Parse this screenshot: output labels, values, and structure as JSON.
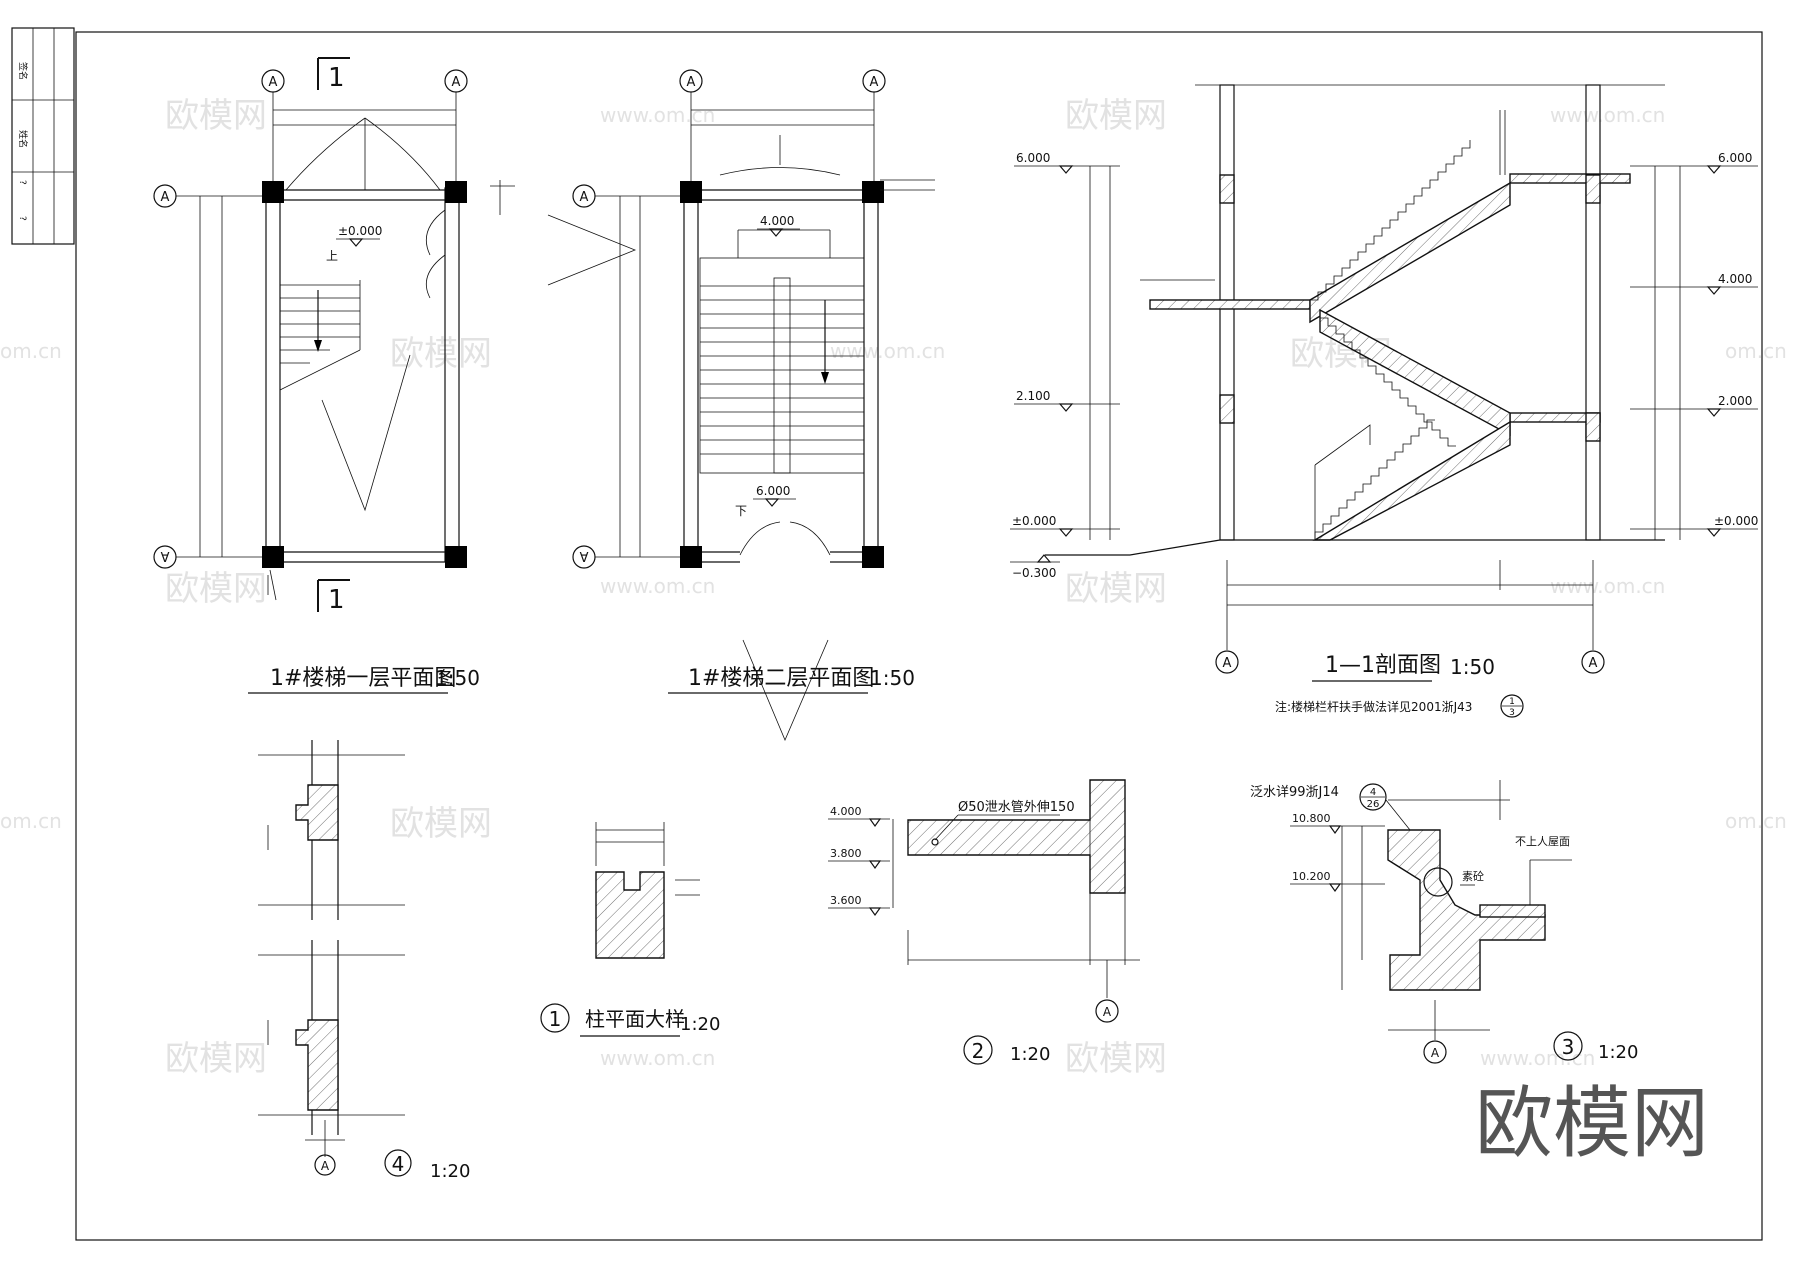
{
  "title_block": {
    "cells": [
      "签名",
      "姓名",
      "?",
      "?"
    ]
  },
  "grid_axis": "A",
  "plan1": {
    "title": "1#楼梯一层平面图",
    "scale": "1:50",
    "elevation": "±0.000",
    "up_label": "上",
    "section_mark": "1"
  },
  "plan2": {
    "title": "1#楼梯二层平面图",
    "scale": "1:50",
    "elevation_top": "4.000",
    "elevation_bottom": "6.000",
    "down_label": "下"
  },
  "section": {
    "title": "1—1剖面图",
    "scale": "1:50",
    "note": "注:楼梯栏杆扶手做法详见2001浙J43",
    "note_ref_num": "1",
    "note_ref_den": "3",
    "left_levels": [
      "6.000",
      "2.100",
      "±0.000",
      "−0.300"
    ],
    "right_levels": [
      "6.000",
      "4.000",
      "2.000",
      "±0.000"
    ]
  },
  "detail1": {
    "num": "1",
    "title": "柱平面大样",
    "scale": "1:20"
  },
  "detail2": {
    "num": "2",
    "scale": "1:20",
    "pipe_note": "Ø50泄水管外伸150",
    "levels": [
      "4.000",
      "3.800",
      "3.600"
    ]
  },
  "detail3": {
    "num": "3",
    "scale": "1:20",
    "ref_note": "泛水详99浙J14",
    "ref_num": "4",
    "ref_den": "26",
    "roof_note": "不上人屋面",
    "concrete_note": "素砼",
    "levels": [
      "10.800",
      "10.200"
    ]
  },
  "detail4": {
    "num": "4",
    "scale": "1:20"
  },
  "watermark": {
    "brand": "欧模网",
    "url": "www.om.cn",
    "side": "om.cn"
  }
}
